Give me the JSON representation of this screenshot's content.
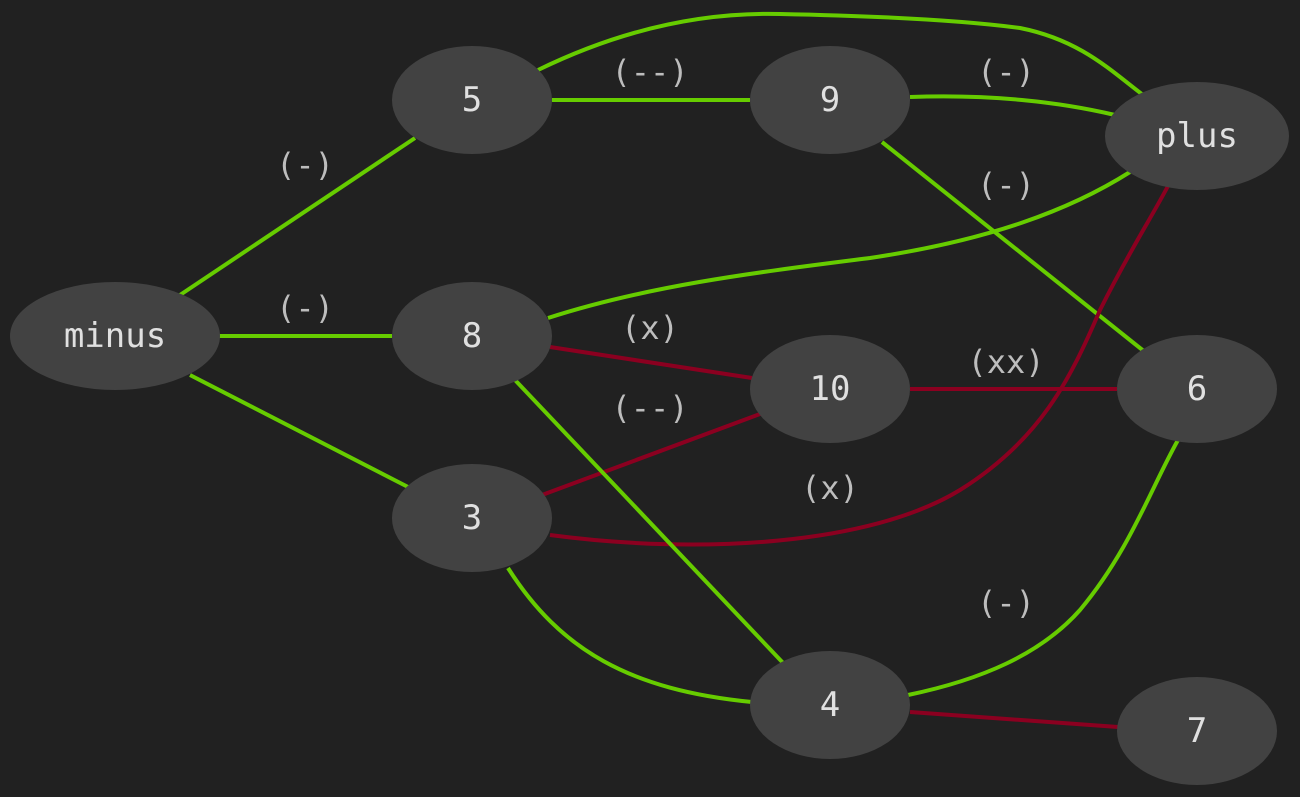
{
  "colors": {
    "background": "#212121",
    "node": "#424242",
    "positive_edge": "#66cc00",
    "negative_edge": "#8b0020"
  },
  "nodes": {
    "minus": "minus",
    "n5": "5",
    "n9": "9",
    "plus": "plus",
    "n8": "8",
    "n10": "10",
    "n6": "6",
    "n3": "3",
    "n4": "4",
    "n7": "7"
  },
  "edges": [
    {
      "from": "minus",
      "to": "5",
      "type": "positive",
      "label": "(-)"
    },
    {
      "from": "minus",
      "to": "8",
      "type": "positive",
      "label": "(-)"
    },
    {
      "from": "minus",
      "to": "3",
      "type": "positive",
      "label": ""
    },
    {
      "from": "5",
      "to": "9",
      "type": "positive",
      "label": "(--)"
    },
    {
      "from": "5",
      "to": "plus",
      "type": "positive",
      "label": ""
    },
    {
      "from": "9",
      "to": "plus",
      "type": "positive",
      "label": "(-)"
    },
    {
      "from": "9",
      "to": "6",
      "type": "positive",
      "label": ""
    },
    {
      "from": "8",
      "to": "plus",
      "type": "positive",
      "label": "(-)"
    },
    {
      "from": "8",
      "to": "10",
      "type": "negative",
      "label": "(x)"
    },
    {
      "from": "3",
      "to": "10",
      "type": "negative",
      "label": "(--)"
    },
    {
      "from": "10",
      "to": "6",
      "type": "negative",
      "label": "(xx)"
    },
    {
      "from": "3",
      "to": "plus",
      "type": "negative",
      "label": "(x)"
    },
    {
      "from": "8",
      "to": "4",
      "type": "positive",
      "label": ""
    },
    {
      "from": "3",
      "to": "4",
      "type": "positive",
      "label": ""
    },
    {
      "from": "4",
      "to": "6",
      "type": "positive",
      "label": "(-)"
    },
    {
      "from": "4",
      "to": "7",
      "type": "negative",
      "label": ""
    }
  ]
}
